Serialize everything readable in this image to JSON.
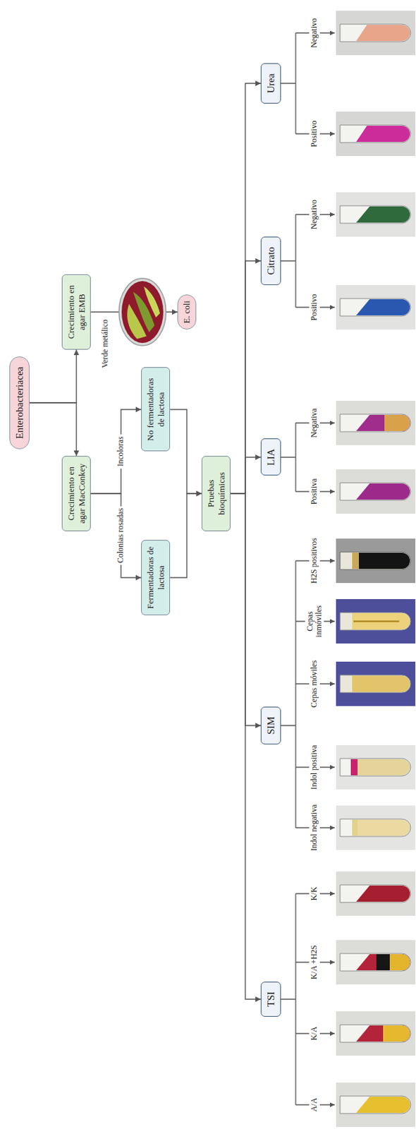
{
  "diagram": {
    "nodes": [
      {
        "text": [
          "Enterobacteriacea"
        ]
      },
      {
        "text": [
          "Crecimiento en agar MacConkey"
        ]
      },
      {
        "text": [
          "Crecimiento en agar EMB"
        ]
      },
      {
        "text": [
          "Fermentadoras de lactosa"
        ]
      },
      {
        "text": [
          "No fermentadoras de lactosa"
        ]
      },
      {
        "text": [
          "E. coli"
        ]
      },
      {
        "text": [
          "Pruebas bioquímicas"
        ]
      },
      {
        "text": [
          "TSI"
        ]
      },
      {
        "text": [
          "SIM"
        ]
      },
      {
        "text": [
          "LIA"
        ]
      },
      {
        "text": [
          "Citrato"
        ]
      },
      {
        "text": [
          "Urea"
        ]
      }
    ],
    "edges": [
      {
        "from": 0,
        "to": 1,
        "arrow": "to"
      },
      {
        "from": 0,
        "to": 2,
        "arrow": "to"
      },
      {
        "from": 1,
        "to": 3,
        "label": "Colonias rosadas",
        "arrow": "to"
      },
      {
        "from": 1,
        "to": 4,
        "label": "Incoloras",
        "arrow": "to"
      },
      {
        "from": 2,
        "to": 5,
        "label": "Verde metálico",
        "arrow": "to"
      },
      {
        "from": 3,
        "to": 6,
        "arrow": "to"
      },
      {
        "from": 4,
        "to": 6,
        "arrow": "to"
      },
      {
        "from": 6,
        "to": 7,
        "arrow": "to"
      },
      {
        "from": 6,
        "to": 8,
        "arrow": "to"
      },
      {
        "from": 6,
        "to": 9,
        "arrow": "to"
      },
      {
        "from": 6,
        "to": 10,
        "arrow": "to"
      },
      {
        "from": 6,
        "to": 11,
        "arrow": "to"
      }
    ],
    "labels": [
      "A/A",
      "K/A",
      "K/A +H2S",
      "K/K",
      "Indol negativa",
      "Indol positiva",
      "Cepas móviles",
      "Cepas inmóviles",
      "H2S positivos",
      "Positiva",
      "Negativa",
      "Positivo",
      "Negativo",
      "Positivo",
      "Negativo"
    ]
  }
}
